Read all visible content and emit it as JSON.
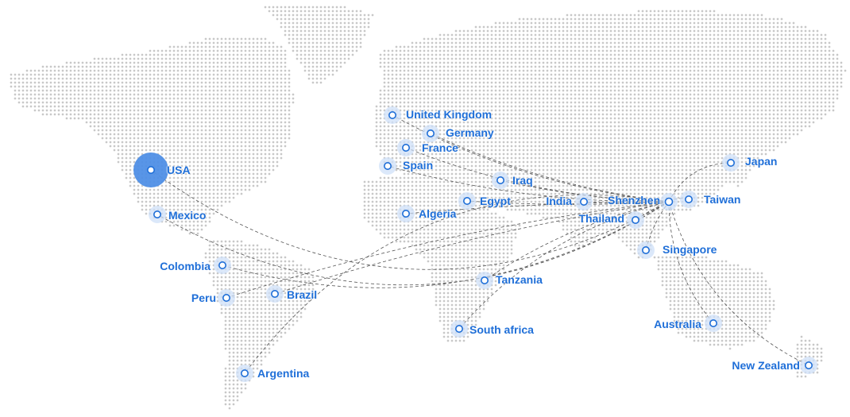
{
  "colors": {
    "accent": "#1f6fd8",
    "halo": "#cfe0f8",
    "usa_halo": "#4f8fe6",
    "route": "#555555",
    "land_dots": "#c8c8c8"
  },
  "hub": {
    "id": "shenzhen",
    "label": "Shenzhen"
  },
  "locations": [
    {
      "id": "usa",
      "label": "USA",
      "halo": "large"
    },
    {
      "id": "mexico",
      "label": "Mexico"
    },
    {
      "id": "colombia",
      "label": "Colombia"
    },
    {
      "id": "peru",
      "label": "Peru"
    },
    {
      "id": "brazil",
      "label": "Brazil"
    },
    {
      "id": "argentina",
      "label": "Argentina"
    },
    {
      "id": "united-kingdom",
      "label": "United Kingdom"
    },
    {
      "id": "germany",
      "label": "Germany"
    },
    {
      "id": "france",
      "label": "France"
    },
    {
      "id": "spain",
      "label": "Spain"
    },
    {
      "id": "iraq",
      "label": "Iraq"
    },
    {
      "id": "egypt",
      "label": "Egypt"
    },
    {
      "id": "algeria",
      "label": "Algeria"
    },
    {
      "id": "tanzania",
      "label": "Tanzania"
    },
    {
      "id": "south-africa",
      "label": "South africa"
    },
    {
      "id": "india",
      "label": "India"
    },
    {
      "id": "thailand",
      "label": "Thailand"
    },
    {
      "id": "singapore",
      "label": "Singapore"
    },
    {
      "id": "taiwan",
      "label": "Taiwan"
    },
    {
      "id": "japan",
      "label": "Japan"
    },
    {
      "id": "australia",
      "label": "Australia"
    },
    {
      "id": "new-zealand",
      "label": "New Zealand"
    }
  ]
}
